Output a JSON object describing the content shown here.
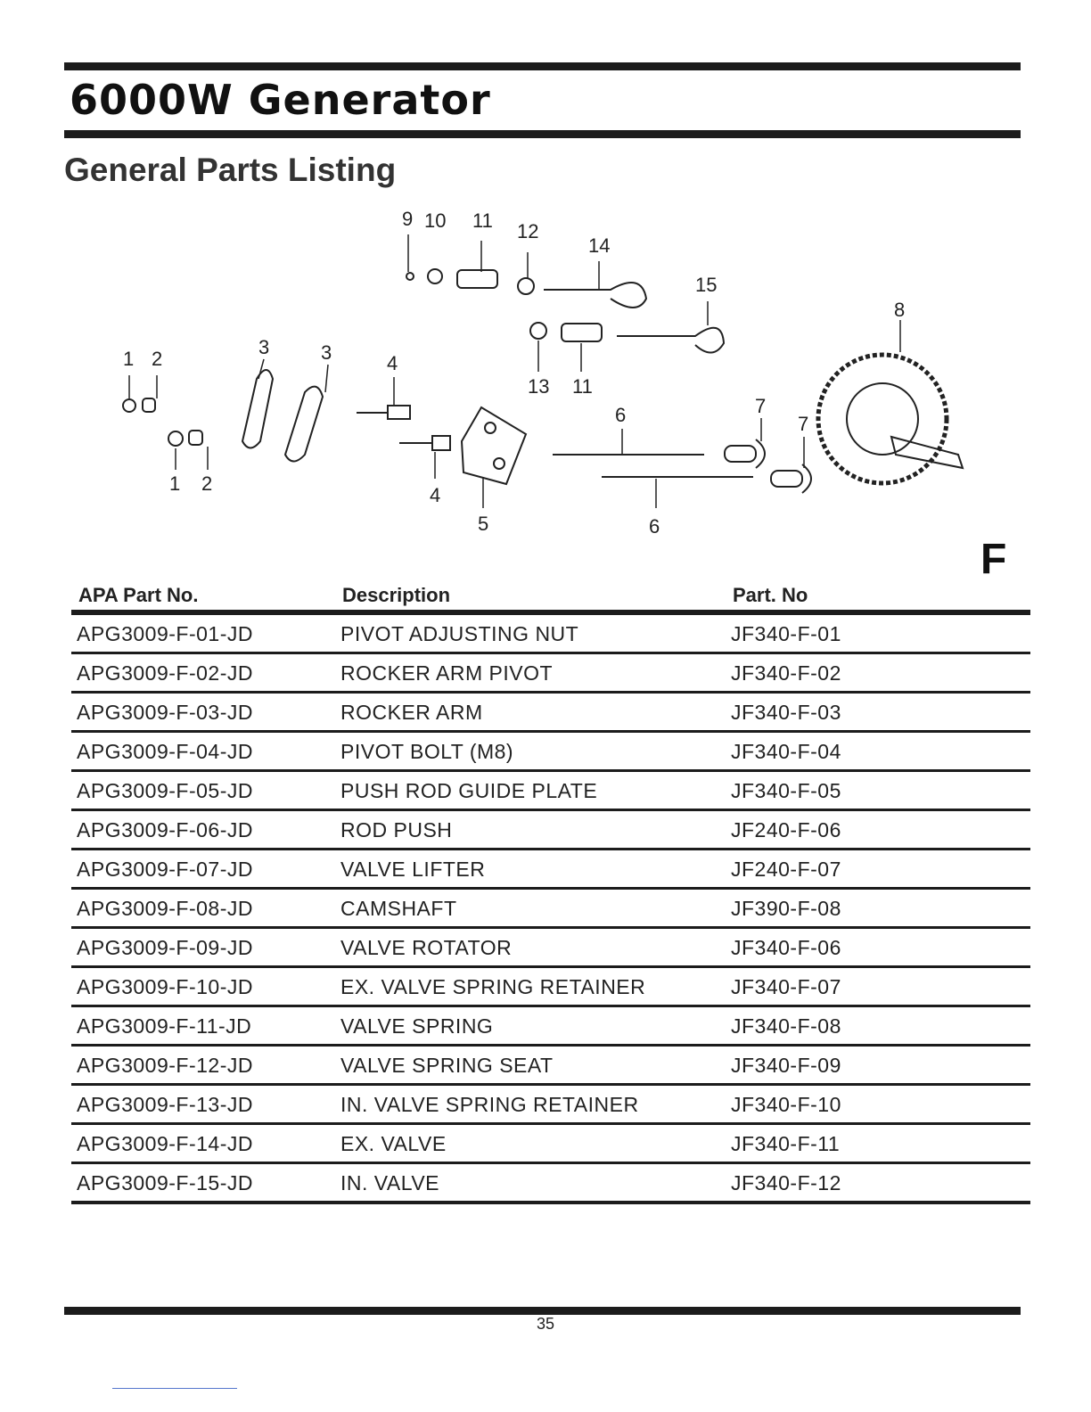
{
  "header": {
    "title": "6000W Generator",
    "subtitle": "General Parts Listing"
  },
  "diagram": {
    "callouts": [
      "1",
      "2",
      "1",
      "2",
      "3",
      "3",
      "4",
      "4",
      "5",
      "6",
      "6",
      "7",
      "7",
      "8",
      "9",
      "10",
      "11",
      "11",
      "12",
      "13",
      "14",
      "15"
    ]
  },
  "section_letter": "F",
  "table": {
    "headers": [
      "APA Part No.",
      "Description",
      "Part. No"
    ],
    "rows": [
      [
        "APG3009-F-01-JD",
        "PIVOT ADJUSTING NUT",
        "JF340-F-01"
      ],
      [
        "APG3009-F-02-JD",
        "ROCKER ARM PIVOT",
        "JF340-F-02"
      ],
      [
        "APG3009-F-03-JD",
        "ROCKER ARM",
        "JF340-F-03"
      ],
      [
        "APG3009-F-04-JD",
        "PIVOT BOLT (M8)",
        "JF340-F-04"
      ],
      [
        "APG3009-F-05-JD",
        "PUSH ROD GUIDE PLATE",
        "JF340-F-05"
      ],
      [
        "APG3009-F-06-JD",
        "ROD PUSH",
        "JF240-F-06"
      ],
      [
        "APG3009-F-07-JD",
        "VALVE LIFTER",
        "JF240-F-07"
      ],
      [
        "APG3009-F-08-JD",
        "CAMSHAFT",
        "JF390-F-08"
      ],
      [
        "APG3009-F-09-JD",
        "VALVE ROTATOR",
        "JF340-F-06"
      ],
      [
        "APG3009-F-10-JD",
        "EX. VALVE SPRING RETAINER",
        "JF340-F-07"
      ],
      [
        "APG3009-F-11-JD",
        "VALVE SPRING",
        "JF340-F-08"
      ],
      [
        "APG3009-F-12-JD",
        "VALVE SPRING SEAT",
        "JF340-F-09"
      ],
      [
        "APG3009-F-13-JD",
        "IN. VALVE SPRING RETAINER",
        "JF340-F-10"
      ],
      [
        "APG3009-F-14-JD",
        "EX. VALVE",
        "JF340-F-11"
      ],
      [
        "APG3009-F-15-JD",
        "IN. VALVE",
        "JF340-F-12"
      ]
    ]
  },
  "footer": {
    "page_number": "35"
  }
}
